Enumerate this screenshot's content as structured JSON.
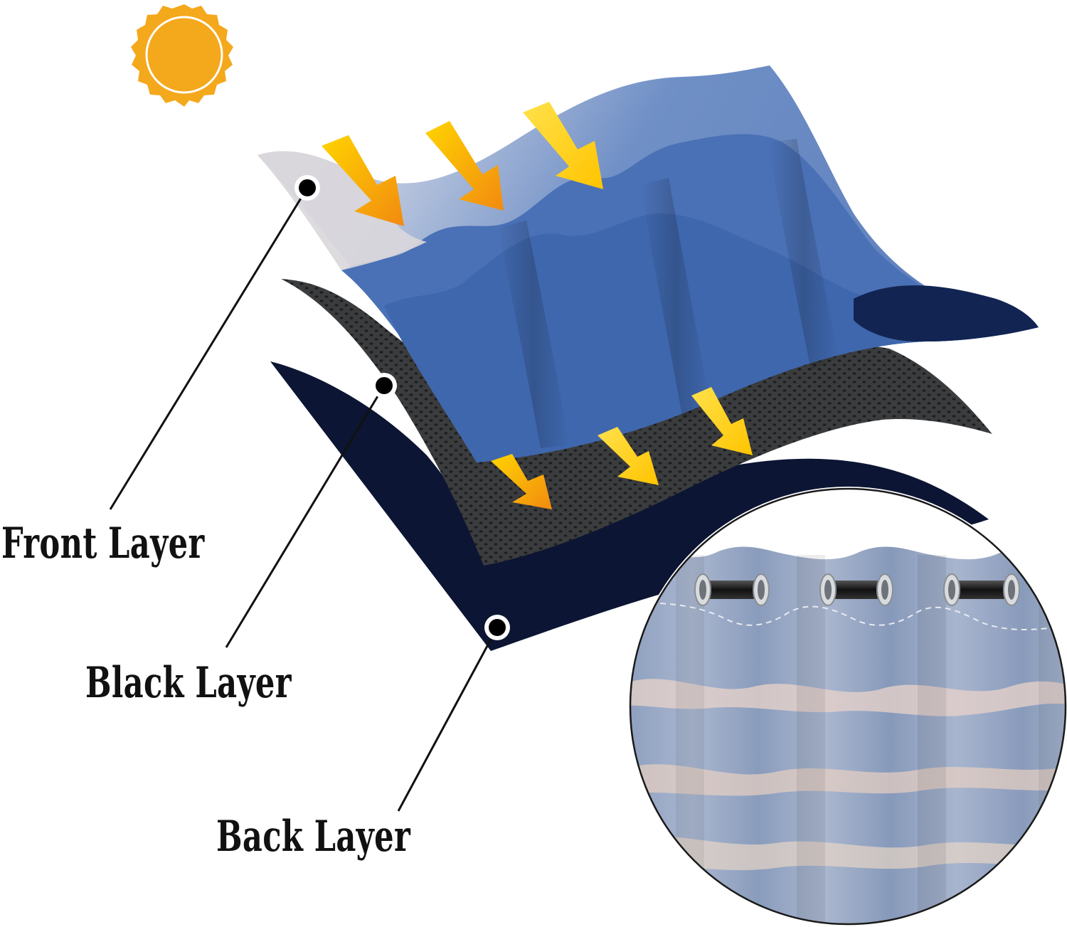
{
  "labels": {
    "front": "Front Layer",
    "black": "Black Layer",
    "back": "Back Layer"
  },
  "icons": {
    "sun": "sun-icon",
    "arrow": "light-arrow-icon",
    "callout": "callout-dot-icon",
    "grommet": "grommet-icon"
  },
  "colors": {
    "sun": "#f4a81c",
    "front_layer": "#4a71b6",
    "front_highlight": "#c9d3e4",
    "black_layer": "#2f3133",
    "back_layer": "#0c1533",
    "arrow_top": "#ffd400",
    "arrow_bottom": "#f28a10",
    "label_text": "#111111"
  }
}
